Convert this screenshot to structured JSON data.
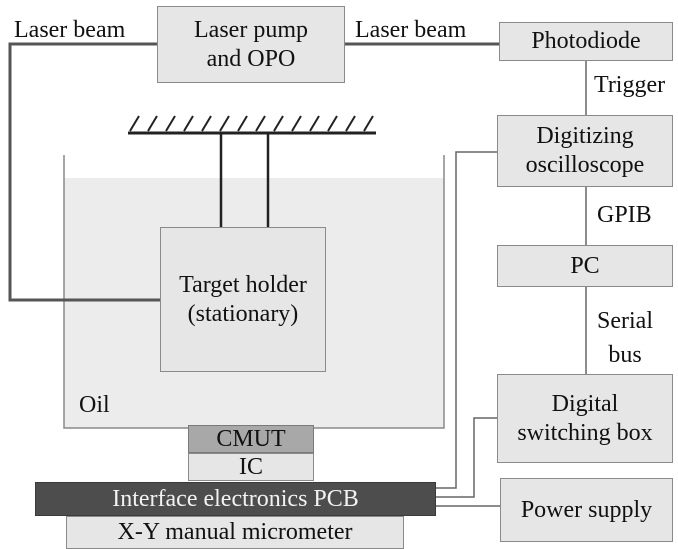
{
  "labels": {
    "laser_beam_left": "Laser beam",
    "laser_pump": "Laser pump\nand OPO",
    "laser_beam_right": "Laser beam",
    "photodiode": "Photodiode",
    "trigger": "Trigger",
    "oscilloscope": "Digitizing\noscilloscope",
    "gpib": "GPIB",
    "pc": "PC",
    "serial_bus": "Serial\nbus",
    "target_holder": "Target holder\n(stationary)",
    "oil": "Oil",
    "switching_box": "Digital\nswitching box",
    "cmut": "CMUT",
    "ic": "IC",
    "interface_pcb": "Interface electronics PCB",
    "power_supply": "Power supply",
    "micrometer": "X-Y manual micrometer"
  }
}
